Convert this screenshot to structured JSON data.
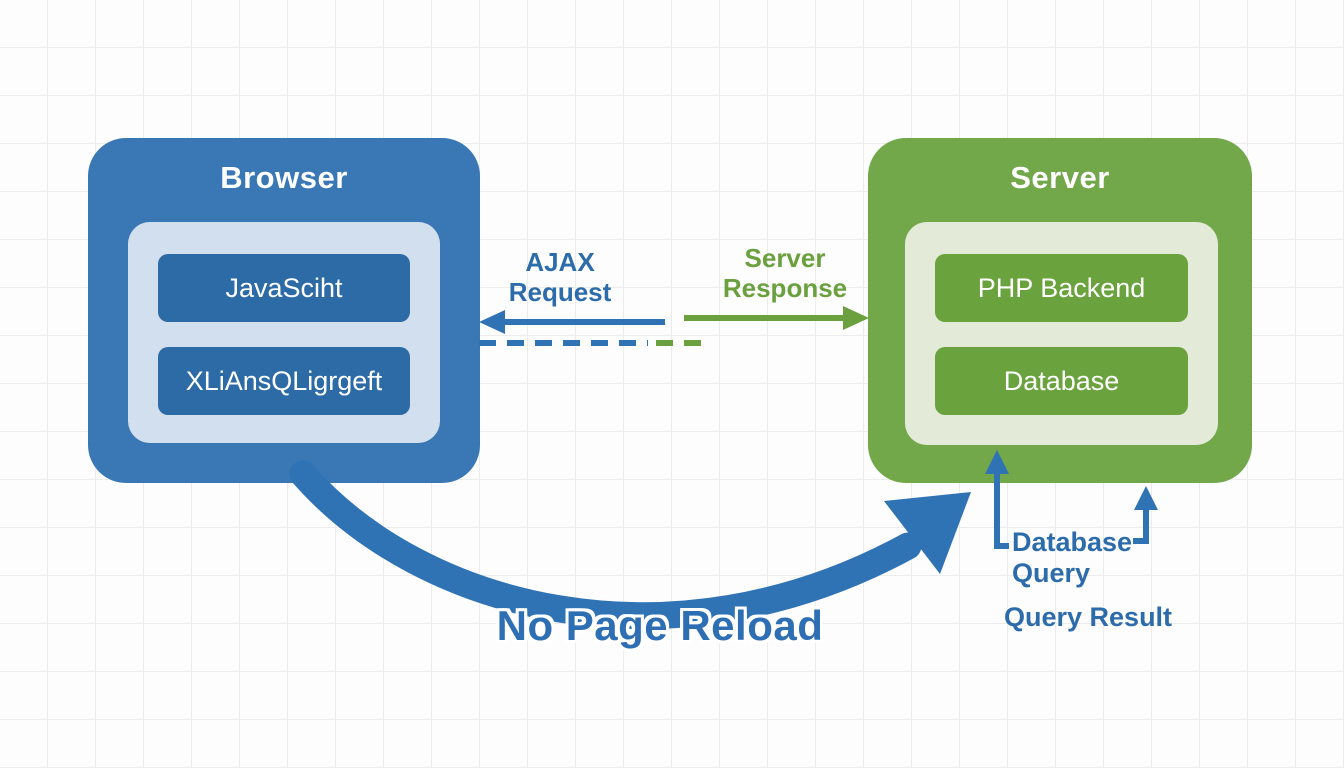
{
  "browser": {
    "title": "Browser",
    "components": [
      {
        "label": "JavaSciht"
      },
      {
        "label": "XLiAnsQLigrgeft"
      }
    ]
  },
  "server": {
    "title": "Server",
    "components": [
      {
        "label": "PHP Backend"
      },
      {
        "label": "Database"
      }
    ]
  },
  "flows": {
    "ajax_request_label": "AJAX\nRequest",
    "server_response_label": "Server\nResponse",
    "no_page_reload_label": "No Page Reload",
    "database_query_label": "Database\nQuery",
    "query_result_label": "Query Result"
  },
  "colors": {
    "browser_blue": "#3a78b5",
    "browser_chip": "#2d6ba7",
    "browser_panel": "#d2dfee",
    "server_green": "#72a74a",
    "server_chip": "#6aa23e",
    "server_panel": "#e3ebd8",
    "arrow_blue": "#2f73b5",
    "arrow_green": "#6ba03e",
    "label_blue": "#2d6cab",
    "label_green": "#6ba03e",
    "reload_blue": "#2e6fb4",
    "grid_line": "#ececec",
    "paper": "#fdfdfe"
  }
}
